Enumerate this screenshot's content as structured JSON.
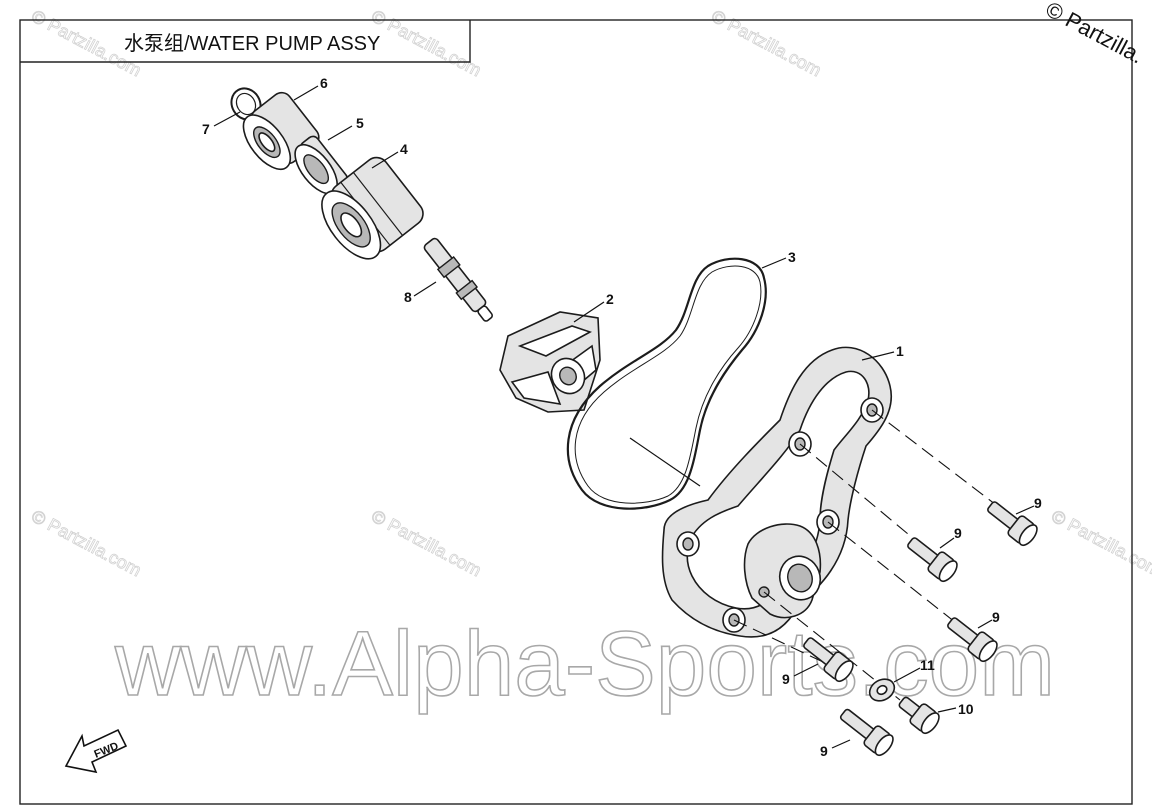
{
  "title": "水泵组/WATER PUMP ASSY",
  "copyright": "© Partzilla.",
  "watermark": "www.Alpha-Sports.com",
  "small_watermark": "© Partzilla.com",
  "fwd_label": "FWD",
  "callouts": {
    "c1": "1",
    "c2": "2",
    "c3": "3",
    "c4": "4",
    "c5": "5",
    "c6": "6",
    "c7": "7",
    "c8": "8",
    "c9a": "9",
    "c9b": "9",
    "c9c": "9",
    "c9d": "9",
    "c9e": "9",
    "c10": "10",
    "c11": "11"
  }
}
